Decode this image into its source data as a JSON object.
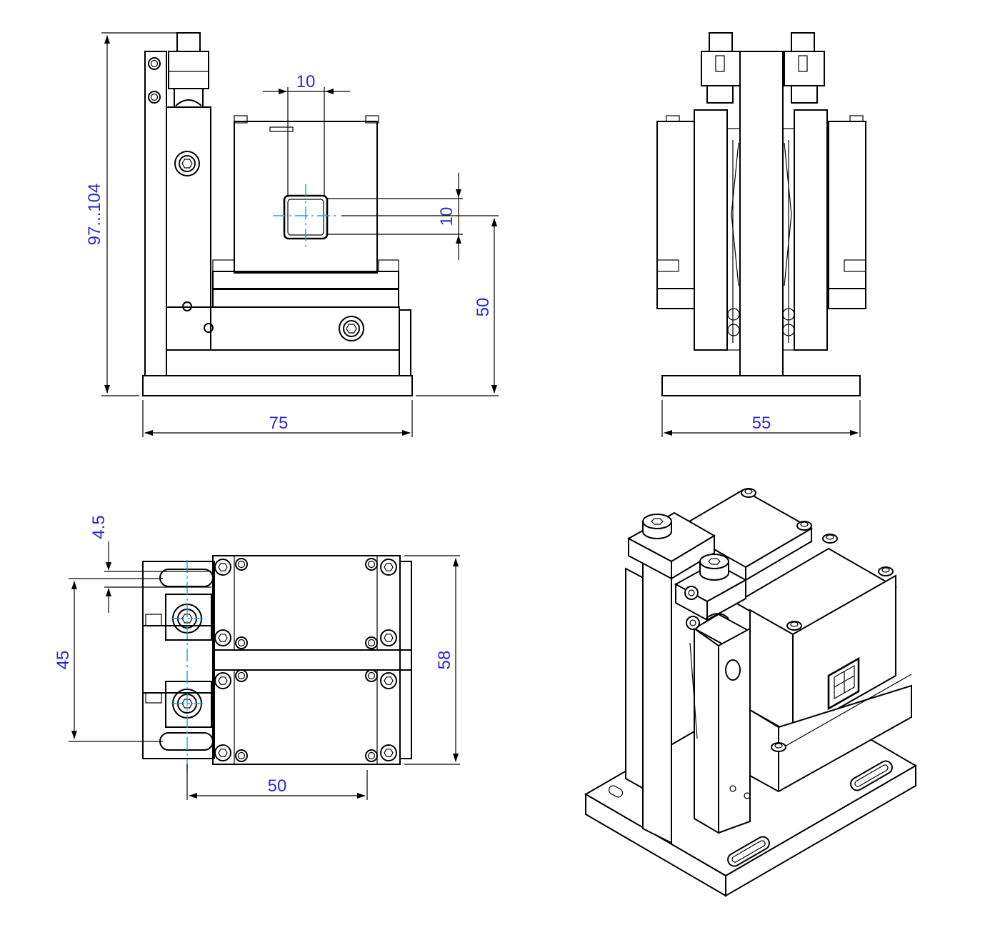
{
  "colors": {
    "line": "#000000",
    "dimension_text": "#2b2bd6",
    "centerline": "#1aa3e0",
    "background": "#ffffff"
  },
  "dimensions": {
    "front_height": "97...104",
    "front_width": "75",
    "window_width": "10",
    "window_height": "10",
    "axis_height": "50",
    "side_width": "55",
    "top_offset": "4.5",
    "top_spacing": "45",
    "top_depth": "58",
    "top_length": "50"
  }
}
